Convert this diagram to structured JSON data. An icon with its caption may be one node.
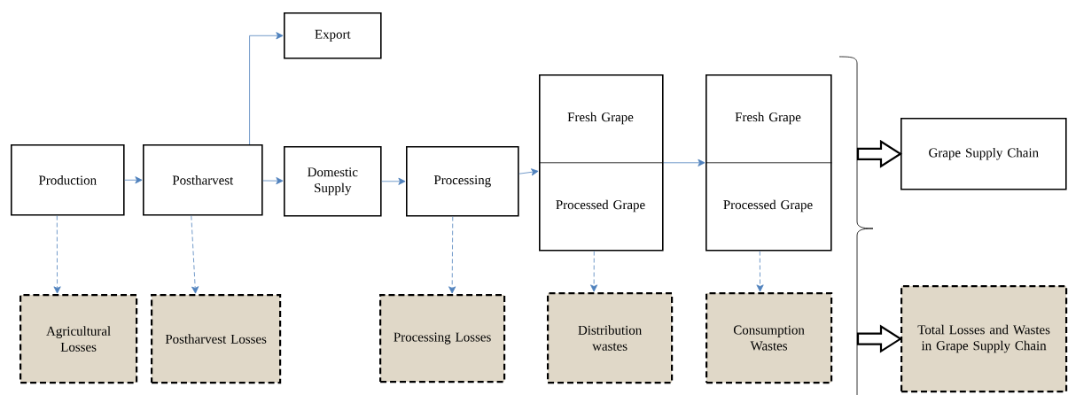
{
  "diagram": {
    "nodes": [
      {
        "text": [
          "Production"
        ]
      },
      {
        "text": [
          "Postharvest"
        ]
      },
      {
        "text": [
          "Export"
        ]
      },
      {
        "text": [
          "Domestic Supply"
        ]
      },
      {
        "text": [
          "Processing"
        ]
      },
      {
        "text": [
          "Fresh Grape",
          "Processed Grape"
        ]
      },
      {
        "text": [
          "Fresh Grape",
          "Processed Grape"
        ]
      },
      {
        "text": [
          "Grape Supply Chain"
        ]
      },
      {
        "text": [
          "Agricultural Losses"
        ]
      },
      {
        "text": [
          "Postharvest Losses"
        ]
      },
      {
        "text": [
          "Processing Losses"
        ]
      },
      {
        "text": [
          "Distribution wastes"
        ]
      },
      {
        "text": [
          "Consumption Wastes"
        ]
      },
      {
        "text": [
          "Total Losses and Wastes in Grape Supply Chain"
        ]
      }
    ],
    "edges": [
      {
        "from": 0,
        "to": 1,
        "arrow": "to"
      },
      {
        "from": 1,
        "to": 2,
        "arrow": "to"
      },
      {
        "from": 1,
        "to": 3,
        "arrow": "to"
      },
      {
        "from": 3,
        "to": 4,
        "arrow": "to"
      },
      {
        "from": 4,
        "to": 5,
        "arrow": "to"
      },
      {
        "from": 5,
        "to": 6,
        "arrow": "to"
      },
      {
        "from": 0,
        "to": 8,
        "arrow": "to",
        "style": "dashed"
      },
      {
        "from": 1,
        "to": 9,
        "arrow": "to",
        "style": "dashed"
      },
      {
        "from": 4,
        "to": 10,
        "arrow": "to",
        "style": "dashed"
      },
      {
        "from": 5,
        "to": 11,
        "arrow": "to",
        "style": "dashed"
      },
      {
        "from": 6,
        "to": 12,
        "arrow": "to",
        "style": "dashed"
      },
      {
        "from": null,
        "to": 7,
        "arrow": "to",
        "style": "thick",
        "color": "#000000"
      },
      {
        "from": null,
        "to": 13,
        "arrow": "to",
        "style": "thick",
        "color": "#000000"
      }
    ]
  }
}
